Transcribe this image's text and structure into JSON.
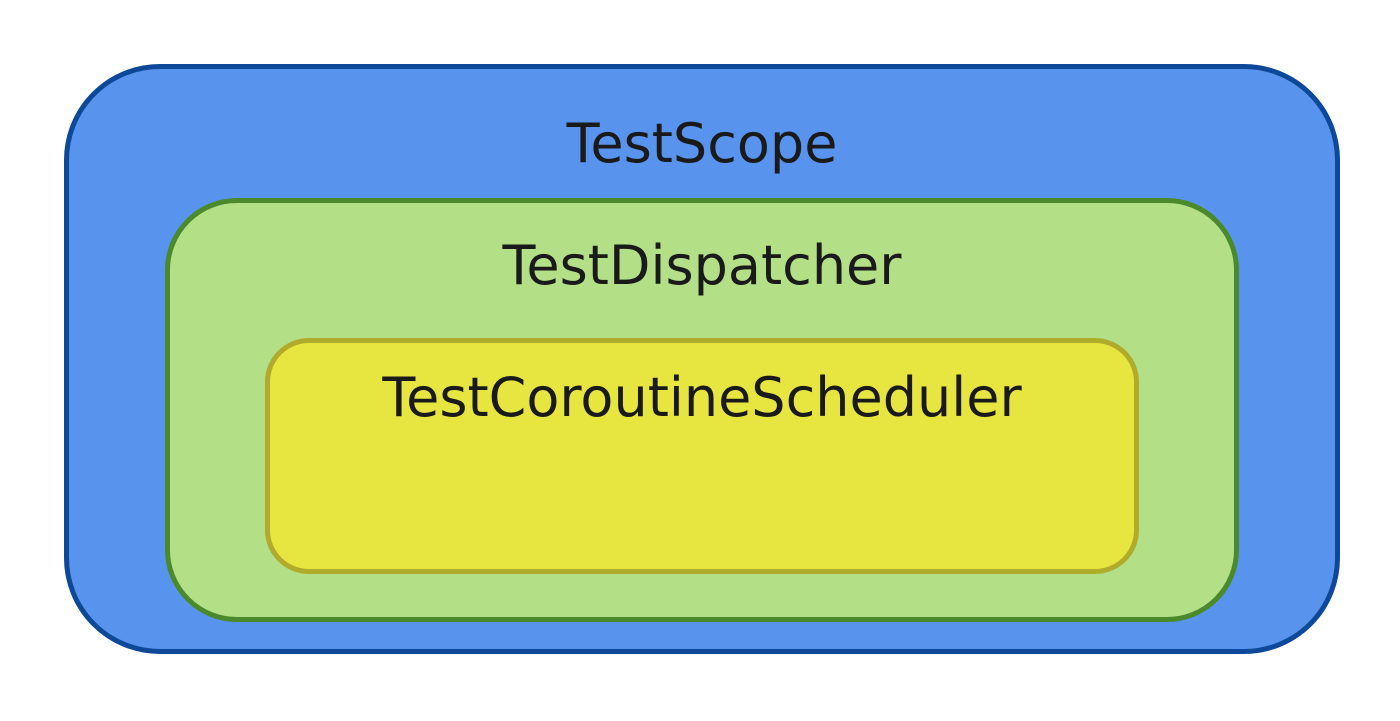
{
  "diagram": {
    "outer": {
      "label": "TestScope",
      "fill": "#5894ee",
      "stroke": "#0e4898"
    },
    "middle": {
      "label": "TestDispatcher",
      "fill": "#b3df87",
      "stroke": "#4b8a2c"
    },
    "inner": {
      "label": "TestCoroutineScheduler",
      "fill": "#e7e641",
      "stroke": "#b1ab2c"
    },
    "text_color": "#1a1a1a"
  }
}
